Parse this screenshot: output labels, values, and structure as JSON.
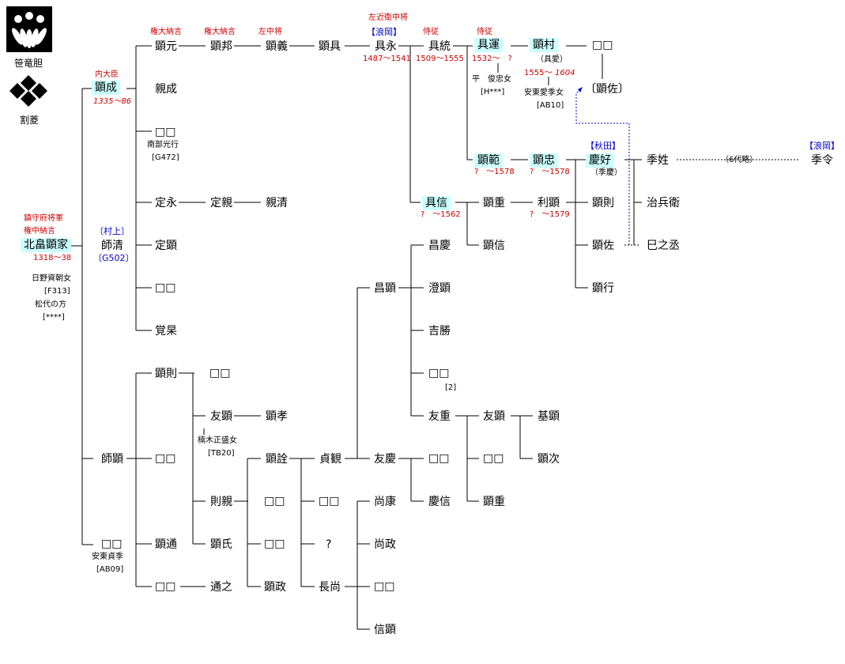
{
  "crests": [
    {
      "icon": "sasarindo-crest-icon",
      "caption": "笹竜胆"
    },
    {
      "icon": "warabishi-crest-icon",
      "caption": "割菱"
    }
  ],
  "colors": {
    "title": "#cc0000",
    "branch": "#0000cc",
    "highlight": "#ccffff"
  },
  "people": [
    {
      "id": "akiie",
      "name": "北畠顕家",
      "hl": true
    },
    {
      "id": "akiie_t1",
      "name": "鎮守府将軍"
    },
    {
      "id": "akiie_t2",
      "name": "権中納言"
    },
    {
      "id": "akiie_d",
      "name": "1318〜38"
    },
    {
      "id": "akiie_w1",
      "name": "日野資朝女"
    },
    {
      "id": "akiie_w1r",
      "name": "[F313]"
    },
    {
      "id": "akiie_w2",
      "name": "松代の方"
    },
    {
      "id": "akiie_w2r",
      "name": "[****]"
    },
    {
      "id": "akinari",
      "name": "顕成",
      "hl": true
    },
    {
      "id": "akinari_t",
      "name": "内大臣"
    },
    {
      "id": "akinari_d",
      "name": "1335〜86"
    },
    {
      "id": "morokiyo",
      "name": "師清"
    },
    {
      "id": "morokiyo_b",
      "name": "〔村上〕"
    },
    {
      "id": "morokiyo_r",
      "name": "〔G502〕"
    },
    {
      "id": "moroaki",
      "name": "師顕"
    },
    {
      "id": "akie_sq",
      "name": "□□"
    },
    {
      "id": "akie_sq_w",
      "name": "安東貞季"
    },
    {
      "id": "akie_sq_r",
      "name": "[AB09]"
    },
    {
      "id": "akimoto",
      "name": "顕元"
    },
    {
      "id": "akimoto_t",
      "name": "権大納言"
    },
    {
      "id": "akikuni",
      "name": "顕邦"
    },
    {
      "id": "akikuni_t",
      "name": "権大納言"
    },
    {
      "id": "akiyoshi",
      "name": "顕義"
    },
    {
      "id": "akiyoshi_t",
      "name": "左中将"
    },
    {
      "id": "akitomo",
      "name": "顕具"
    },
    {
      "id": "tomonaga",
      "name": "具永"
    },
    {
      "id": "tomonaga_t",
      "name": "左近衛中将"
    },
    {
      "id": "tomonaga_b",
      "name": "【浪岡】"
    },
    {
      "id": "tomonaga_d",
      "name": "1487〜1541"
    },
    {
      "id": "tomomune",
      "name": "具統"
    },
    {
      "id": "tomomune_t",
      "name": "侍従"
    },
    {
      "id": "tomomune_d",
      "name": "1509〜1555"
    },
    {
      "id": "tomoyuki",
      "name": "具運",
      "hl": true
    },
    {
      "id": "tomoyuki_t",
      "name": "侍従"
    },
    {
      "id": "tomoyuki_d",
      "name": "1532〜　?"
    },
    {
      "id": "tomoyuki_w",
      "name": "平　俊忠女"
    },
    {
      "id": "tomoyuki_wr",
      "name": "[H***]"
    },
    {
      "id": "akimura",
      "name": "顕村",
      "hl": true
    },
    {
      "id": "akimura_a",
      "name": "（具愛）"
    },
    {
      "id": "akimura_d1",
      "name": "1555〜"
    },
    {
      "id": "akimura_d2",
      "name": "1604"
    },
    {
      "id": "akimura_w",
      "name": "安東愛季女"
    },
    {
      "id": "akimura_wr",
      "name": "[AB10]"
    },
    {
      "id": "akimura_c",
      "name": "□□"
    },
    {
      "id": "akisuke_b",
      "name": "〔顕佐〕"
    },
    {
      "id": "chikanari",
      "name": "親成"
    },
    {
      "id": "sq_nanbu",
      "name": "□□"
    },
    {
      "id": "sq_nanbu_w",
      "name": "南部光行"
    },
    {
      "id": "sq_nanbu_r",
      "name": "[G472]"
    },
    {
      "id": "sadanaga",
      "name": "定永"
    },
    {
      "id": "sadachika",
      "name": "定親"
    },
    {
      "id": "chikakiyo",
      "name": "親清"
    },
    {
      "id": "sadaaki",
      "name": "定顕"
    },
    {
      "id": "sq_a",
      "name": "□□"
    },
    {
      "id": "kakukai",
      "name": "覚杲"
    },
    {
      "id": "akinori_m",
      "name": "顕範",
      "hl": true
    },
    {
      "id": "akinori_m_d",
      "name": "?　〜1578"
    },
    {
      "id": "akitada",
      "name": "顕忠",
      "hl": true
    },
    {
      "id": "akitada_d",
      "name": "?　〜1578"
    },
    {
      "id": "yoshiyoshi",
      "name": "慶好",
      "hl": true
    },
    {
      "id": "yoshiyoshi_b",
      "name": "【秋田】"
    },
    {
      "id": "yoshiyoshi_a",
      "name": "（季慶）"
    },
    {
      "id": "suesei",
      "name": "季姓"
    },
    {
      "id": "omit",
      "name": "（6代略）"
    },
    {
      "id": "suerei",
      "name": "季令"
    },
    {
      "id": "suerei_b",
      "name": "【浪岡】"
    },
    {
      "id": "tomonobu",
      "name": "具信",
      "hl": true
    },
    {
      "id": "tomonobu_d",
      "name": "?　〜1562"
    },
    {
      "id": "akishige",
      "name": "顕重"
    },
    {
      "id": "toshiaki",
      "name": "利顕"
    },
    {
      "id": "toshiaki_d",
      "name": "?　〜1579"
    },
    {
      "id": "akinori2",
      "name": "顕則"
    },
    {
      "id": "jihyoe",
      "name": "治兵衛"
    },
    {
      "id": "akinobu",
      "name": "顕信"
    },
    {
      "id": "akisuke",
      "name": "顕佐"
    },
    {
      "id": "minojo",
      "name": "巳之丞"
    },
    {
      "id": "akiyuki",
      "name": "顕行"
    },
    {
      "id": "masayoshi",
      "name": "昌慶"
    },
    {
      "id": "masaaki",
      "name": "昌顕"
    },
    {
      "id": "kiyoaki",
      "name": "澄顕"
    },
    {
      "id": "yoshikatsu",
      "name": "吉勝"
    },
    {
      "id": "sq_b",
      "name": "□□"
    },
    {
      "id": "sq_b_n",
      "name": "[2]"
    },
    {
      "id": "tomoshige",
      "name": "友重"
    },
    {
      "id": "tomoaki_r",
      "name": "友顕"
    },
    {
      "id": "motoaki",
      "name": "基顕"
    },
    {
      "id": "sq_c",
      "name": "□□"
    },
    {
      "id": "akitsugu",
      "name": "顕次"
    },
    {
      "id": "sadakan",
      "name": "貞観"
    },
    {
      "id": "tomoyoshi",
      "name": "友慶"
    },
    {
      "id": "sq_d",
      "name": "□□"
    },
    {
      "id": "yoshinobu",
      "name": "慶信"
    },
    {
      "id": "akishige2",
      "name": "顕重"
    },
    {
      "id": "akinori_l",
      "name": "顕則"
    },
    {
      "id": "sq_e",
      "name": "□□"
    },
    {
      "id": "tomoaki_l",
      "name": "友顕"
    },
    {
      "id": "kusunoki_w",
      "name": "楠木正盛女"
    },
    {
      "id": "kusunoki_r",
      "name": "[TB20]"
    },
    {
      "id": "akitaka",
      "name": "顕孝"
    },
    {
      "id": "sq_f",
      "name": "□□"
    },
    {
      "id": "akisen",
      "name": "顕詮"
    },
    {
      "id": "norichika",
      "name": "則親"
    },
    {
      "id": "sq_g",
      "name": "□□"
    },
    {
      "id": "sq_h",
      "name": "□□"
    },
    {
      "id": "naoyasu",
      "name": "尚康"
    },
    {
      "id": "akimichi",
      "name": "顕通"
    },
    {
      "id": "akiuji",
      "name": "顕氏"
    },
    {
      "id": "sq_i",
      "name": "□□"
    },
    {
      "id": "question",
      "name": "?"
    },
    {
      "id": "naomasa",
      "name": "尚政"
    },
    {
      "id": "sq_j",
      "name": "□□"
    },
    {
      "id": "michiyuki",
      "name": "通之"
    },
    {
      "id": "akimasa",
      "name": "顕政"
    },
    {
      "id": "nagahisa",
      "name": "長尚"
    },
    {
      "id": "sq_k",
      "name": "□□"
    },
    {
      "id": "nobuaki",
      "name": "信顕"
    }
  ]
}
